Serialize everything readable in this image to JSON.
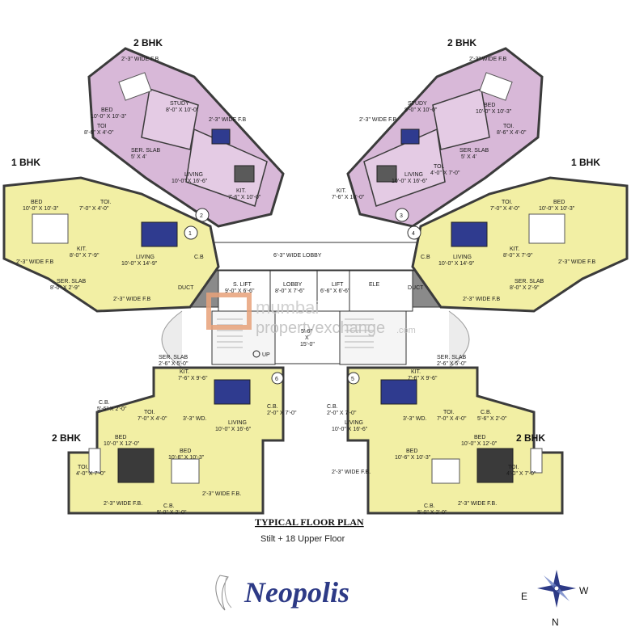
{
  "units": {
    "top_left_2bhk": "2 BHK",
    "top_right_2bhk": "2 BHK",
    "mid_left_1bhk": "1 BHK",
    "mid_right_1bhk": "1 BHK",
    "bottom_left_2bhk": "2 BHK",
    "bottom_right_2bhk": "2 BHK"
  },
  "core": {
    "lobby_wide": "6'-3\" WIDE LOBBY",
    "s_lift": "S. LIFT",
    "s_lift_dim": "9'-0\" X 6'-6\"",
    "lobby": "LOBBY",
    "lobby_dim": "8'-0\" X 7'-6\"",
    "lift": "LIFT",
    "lift_dim": "6'-6\" X 6'-6\"",
    "ele": "ELE",
    "duct": "DUCT",
    "staircase_dim_a": "5'-6\"",
    "staircase_dim_b": "X",
    "staircase_dim_c": "15'-0\"",
    "up": "UP"
  },
  "rooms": {
    "r1": {
      "name": "2'-3\" WIDE F.B",
      "dim": ""
    },
    "r2": {
      "name": "BED",
      "dim": "10'-0\" X 10'-3\""
    },
    "r3": {
      "name": "STUDY",
      "dim": "8'-0\" X 10'-0\""
    },
    "r4": {
      "name": "TOI",
      "dim": "8'-6\" X 4'-0\""
    },
    "r5": {
      "name": "2'-3\" WIDE F.B",
      "dim": ""
    },
    "r6": {
      "name": "SER. SLAB",
      "dim": "5' X 4'"
    },
    "r7": {
      "name": "LIVING",
      "dim": "10'-0\" X 16'-6\""
    },
    "r8": {
      "name": "KIT.",
      "dim": "7'-6\" X 10'-0\""
    },
    "r9": {
      "name": "BED",
      "dim": "10'-0\" X 10'-3\""
    },
    "r10": {
      "name": "TOI.",
      "dim": "7'-0\" X 4'-0\""
    },
    "r11": {
      "name": "KIT.",
      "dim": "8'-0\" X 7'-9\""
    },
    "r12": {
      "name": "LIVING",
      "dim": "10'-0\" X 14'-9\""
    },
    "r13": {
      "name": "SER. SLAB",
      "dim": "8'-0\" X 2'-9\""
    },
    "r14": {
      "name": "2'-3\" WIDE F.B",
      "dim": ""
    },
    "r15": {
      "name": "2'-3\" WIDE F.B",
      "dim": ""
    },
    "r16": {
      "name": "C.B",
      "dim": ""
    },
    "r17": {
      "name": "KIT.",
      "dim": "7'-6\" X 9'-6\""
    },
    "r18": {
      "name": "SER. SLAB",
      "dim": "2'-6\" X 5'-0\""
    },
    "r19": {
      "name": "LIVING",
      "dim": "10'-0\" X 16'-6\""
    },
    "r20": {
      "name": "C.B.",
      "dim": "2'-0\" X 7'-0\""
    },
    "r21": {
      "name": "TOI.",
      "dim": "7'-0\" X 4'-0\""
    },
    "r22": {
      "name": "BED",
      "dim": "10'-0\" X 12'-0\""
    },
    "r23": {
      "name": "BED",
      "dim": "10'-6\" X 10'-3\""
    },
    "r24": {
      "name": "TOI.",
      "dim": "4'-0\" X 7'-0\""
    },
    "r25": {
      "name": "3'-3\" WD.",
      "dim": ""
    },
    "r26": {
      "name": "2'-3\" WIDE F.B.",
      "dim": ""
    },
    "r27": {
      "name": "2'-3\" WIDE F.B.",
      "dim": ""
    },
    "r28": {
      "name": "C.B.",
      "dim": "5'-6\" X 2'-0\""
    },
    "r29": {
      "name": "C.B.",
      "dim": "5'-0\" X 2'-0\""
    }
  },
  "right_rooms": {
    "r30": {
      "name": "STUDY",
      "dim": "8'-0\" X 10'-0\""
    },
    "r31": {
      "name": "BED",
      "dim": "10'-0\" X 10'-3\""
    },
    "r32": {
      "name": "TOI.",
      "dim": "8'-6\" X 4'-0\""
    },
    "r33": {
      "name": "2'-3\" WIDE F.B",
      "dim": ""
    },
    "r34": {
      "name": "2'-3\" WIDE F.B",
      "dim": ""
    },
    "r35": {
      "name": "SER. SLAB",
      "dim": "5' X 4'"
    },
    "r36": {
      "name": "LIVING",
      "dim": "10'-0\" X 16'-6\""
    },
    "r37": {
      "name": "KIT.",
      "dim": "7'-6\" X 10'-0\""
    },
    "r38": {
      "name": "TOI.",
      "dim": "4'-0\" X 7'-0\""
    },
    "r39": {
      "name": "TOI.",
      "dim": "7'-0\" X 4'-0\""
    },
    "r40": {
      "name": "BED",
      "dim": "10'-0\" X 10'-3\""
    },
    "r41": {
      "name": "LIVING",
      "dim": "10'-0\" X 14'-9\""
    },
    "r42": {
      "name": "KIT.",
      "dim": "8'-0\" X 7'-9\""
    },
    "r43": {
      "name": "2'-3\" WIDE F.B",
      "dim": ""
    },
    "r44": {
      "name": "SER. SLAB",
      "dim": "8'-0\" X 2'-9\""
    },
    "r45": {
      "name": "2'-3\" WIDE F.B",
      "dim": ""
    },
    "r46": {
      "name": "C.B",
      "dim": ""
    },
    "r47": {
      "name": "SER. SLAB",
      "dim": "2'-6\" X 5'-0\""
    },
    "r48": {
      "name": "KIT.",
      "dim": "7'-6\" X 9'-6\""
    },
    "r49": {
      "name": "C.B.",
      "dim": "2'-0\" X 7'-0\""
    },
    "r50": {
      "name": "LIVING",
      "dim": "10'-0\" X 16'-6\""
    },
    "r51": {
      "name": "TOI.",
      "dim": "7'-0\" X 4'-0\""
    },
    "r52": {
      "name": "C.B.",
      "dim": "5'-6\" X 2'-0\""
    },
    "r53": {
      "name": "BED",
      "dim": "10'-0\" X 12'-0\""
    },
    "r54": {
      "name": "BED",
      "dim": "10'-6\" X 10'-3\""
    },
    "r55": {
      "name": "TOI.",
      "dim": "4'-0\" X 7'-0\""
    },
    "r56": {
      "name": "3'-3\" WD.",
      "dim": ""
    },
    "r57": {
      "name": "2'-3\" WIDE F.B.",
      "dim": ""
    },
    "r58": {
      "name": "2'-3\" WIDE F.B.",
      "dim": ""
    },
    "r59": {
      "name": "C.B.",
      "dim": "5'-0\" X 2'-0\""
    }
  },
  "flat_numbers": [
    "1",
    "2",
    "3",
    "4",
    "5",
    "6"
  ],
  "caption": {
    "title": "TYPICAL FLOOR PLAN",
    "subtitle": "Stilt + 18 Upper Floor"
  },
  "brand": {
    "name": "Neopolis"
  },
  "compass": {
    "e": "E",
    "w": "W",
    "n": "N"
  },
  "watermark": {
    "line1": "mumbai",
    "line2": "propertyexchange",
    "line3": ".com"
  },
  "colors": {
    "pink": "#d8b8d8",
    "yellow": "#f2efa4",
    "wall": "#3b3b3b",
    "core_grey": "#8a8a8a",
    "brand_blue": "#2d3a86",
    "watermark_orange": "#e8a27a"
  }
}
